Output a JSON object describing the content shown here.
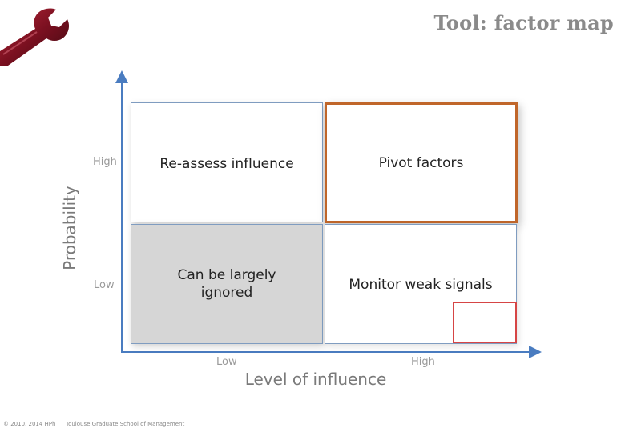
{
  "header": {
    "title": "Tool: factor map"
  },
  "matrix": {
    "quadrants": {
      "top_left": "Re-assess influence",
      "top_right": "Pivot factors",
      "bottom_left": "Can be largely ignored",
      "bottom_right": "Monitor weak signals"
    },
    "y_axis": {
      "label": "Probability",
      "ticks": [
        "High",
        "Low"
      ]
    },
    "x_axis": {
      "label": "Level of influence",
      "ticks": [
        "Low",
        "High"
      ]
    }
  },
  "footer": {
    "copyright": "© 2010, 2014 HPh",
    "school": "Toulouse Graduate School of Management"
  },
  "colors": {
    "axis": "#4a7cc0",
    "pivot_border": "#c0662a",
    "highlight_box": "#d64545",
    "ignored_fill": "#d6d6d6",
    "title": "#8a8a8a"
  },
  "icons": {
    "logo": "wrench-icon"
  }
}
